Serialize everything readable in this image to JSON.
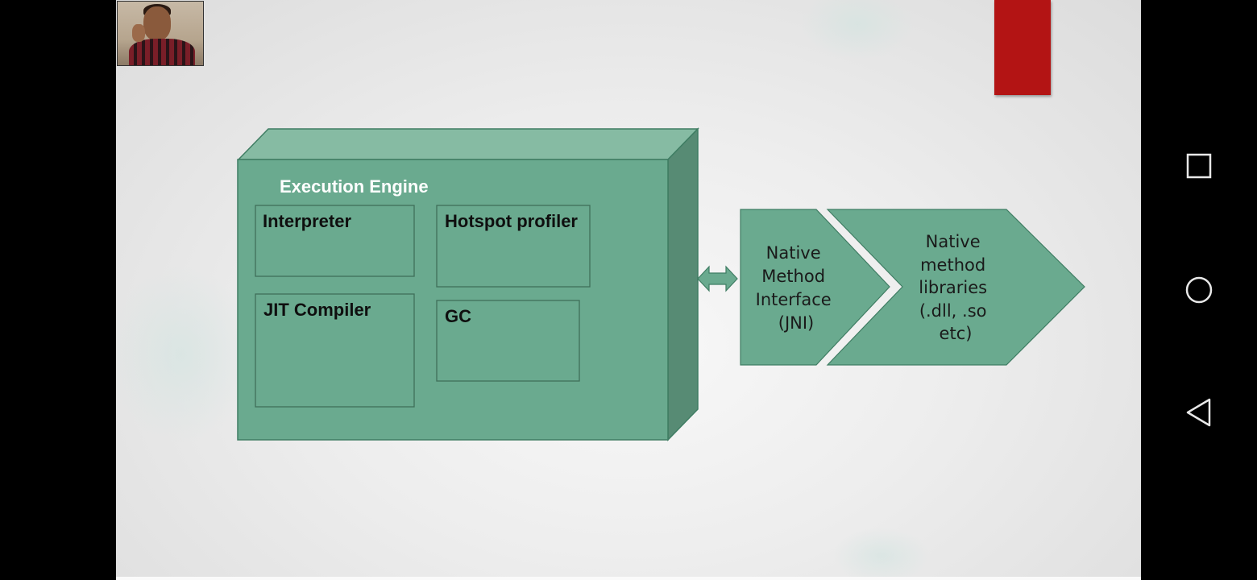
{
  "slide": {
    "engine_title": "Execution Engine",
    "boxes": {
      "interpreter": "Interpreter",
      "hotspot": "Hotspot profiler",
      "jit": "JIT Compiler",
      "gc": "GC"
    },
    "chevron_jni": [
      "Native",
      "Method",
      "Interface",
      "(JNI)"
    ],
    "chevron_libs": [
      "Native",
      "method",
      "libraries",
      "(.dll, .so",
      "etc)"
    ]
  },
  "colors": {
    "cube_front": "#6aaa8f",
    "cube_top": "#86bba3",
    "cube_side": "#578b74",
    "stroke": "#3f7d63",
    "marker_red": "#b31414"
  },
  "navigation": {
    "recents": "recents-square-icon",
    "home": "home-circle-icon",
    "back": "back-triangle-icon"
  }
}
